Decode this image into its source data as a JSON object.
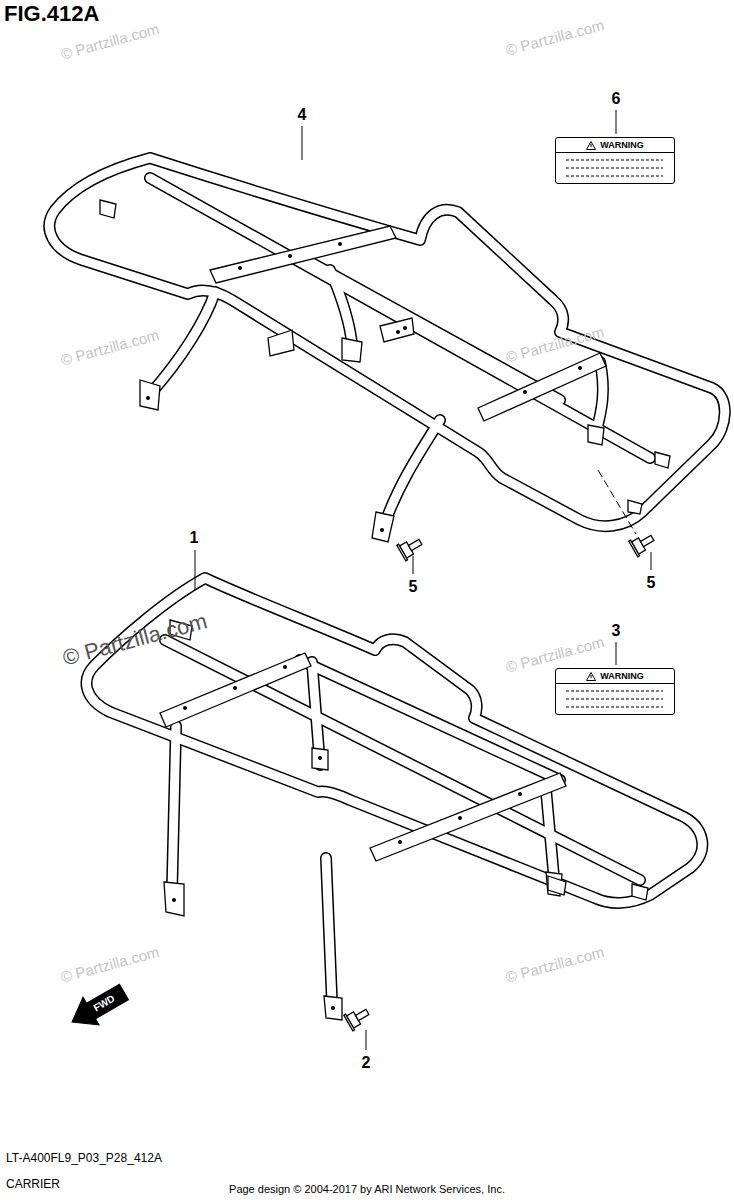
{
  "diagram": {
    "title": "FIG.412A",
    "caption": "CARRIER",
    "nodes": [
      {
        "text": [
          "WARNING"
        ]
      },
      {
        "text": [
          "WARNING"
        ]
      }
    ],
    "labels": [
      "4",
      "6",
      "5",
      "5",
      "1",
      "3",
      "2",
      "FWD",
      "LT-A400FL9_P03_P28_412A",
      "Page design © 2004-2017 by ARI Network Services, Inc.",
      "© Partzilla.com",
      "© Partzilla.com",
      "© Partzilla.com",
      "© Partzilla.com",
      "© Partzilla.com",
      "© Partzilla.com",
      "© Partzilla.com",
      "© Partzilla.com"
    ]
  }
}
